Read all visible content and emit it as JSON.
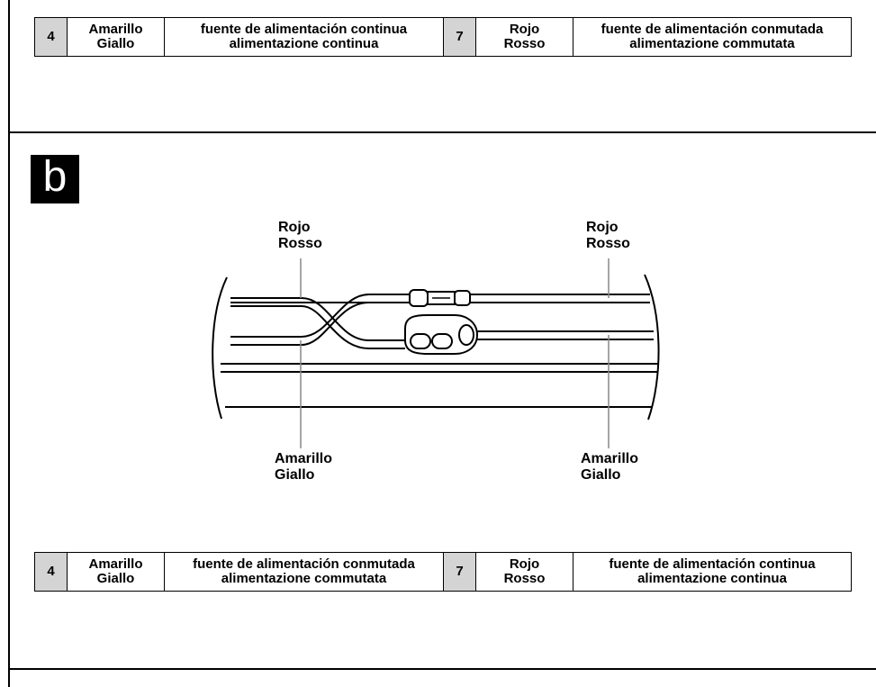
{
  "table_top": {
    "rows": [
      {
        "num": "4",
        "color_es": "Amarillo",
        "color_it": "Giallo",
        "desc_es": "fuente de alimentación continua",
        "desc_it": "alimentazione continua"
      },
      {
        "num": "7",
        "color_es": "Rojo",
        "color_it": "Rosso",
        "desc_es": "fuente de alimentación conmutada",
        "desc_it": "alimentazione commutata"
      }
    ]
  },
  "section_b": {
    "badge": "b",
    "labels": {
      "top_left": {
        "es": "Rojo",
        "it": "Rosso"
      },
      "top_right": {
        "es": "Rojo",
        "it": "Rosso"
      },
      "bottom_left": {
        "es": "Amarillo",
        "it": "Giallo"
      },
      "bottom_right": {
        "es": "Amarillo",
        "it": "Giallo"
      }
    }
  },
  "table_bottom": {
    "rows": [
      {
        "num": "4",
        "color_es": "Amarillo",
        "color_it": "Giallo",
        "desc_es": "fuente de alimentación conmutada",
        "desc_it": "alimentazione commutata"
      },
      {
        "num": "7",
        "color_es": "Rojo",
        "color_it": "Rosso",
        "desc_es": "fuente de alimentación continua",
        "desc_it": "alimentazione continua"
      }
    ]
  }
}
